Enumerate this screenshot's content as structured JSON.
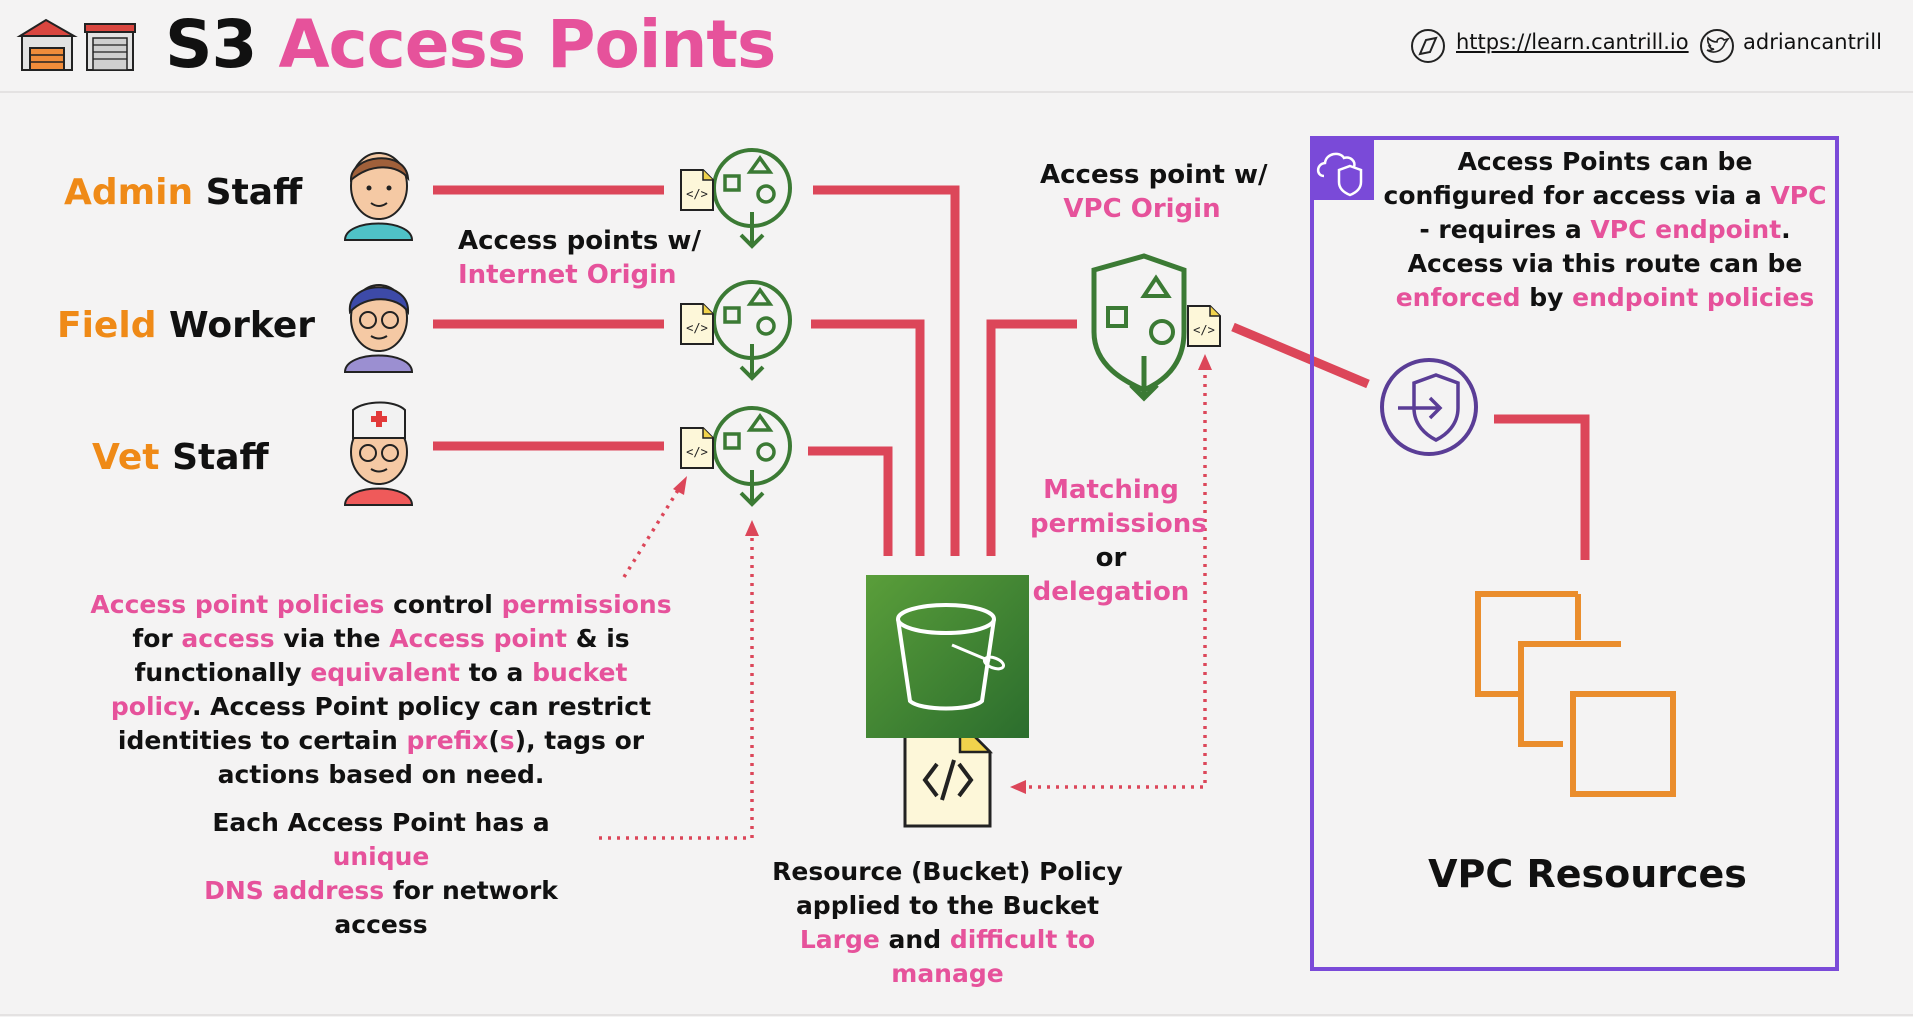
{
  "header": {
    "title_part1": "S3",
    "title_part2": "Access Points",
    "link_url": "https://learn.cantrill.io",
    "twitter_handle": "adriancantrill"
  },
  "personas": [
    {
      "accent": "Admin",
      "rest": " Staff"
    },
    {
      "accent": "Field",
      "rest": " Worker"
    },
    {
      "accent": "Vet",
      "rest": " Staff"
    }
  ],
  "labels": {
    "internet_line1": "Access points w/",
    "internet_line2": "Internet Origin",
    "vpc_line1": "Access point w/",
    "vpc_line2": "VPC Origin",
    "matching_1": "Matching",
    "matching_2": "permissions",
    "matching_or": "or",
    "matching_3": "delegation"
  },
  "policy_note": {
    "p1": "Access point policies",
    "p2": " control ",
    "p3": "permissions",
    "p4": " for ",
    "p5": "access",
    "p6": " via the ",
    "p7": "Access point",
    "p8": " & is functionally ",
    "p9": "equivalent",
    "p10": " to a ",
    "p11": "bucket policy",
    "p12": ". Access Point policy can restrict identities to certain ",
    "p13": "prefix",
    "p14": "(",
    "p15": "s",
    "p16": "), tags or actions based on need."
  },
  "dns_note": {
    "d1": "Each Access Point has a ",
    "d2": "unique",
    "d3": "DNS address",
    "d4": " for network access"
  },
  "bucket_caption": {
    "line1": "Resource (Bucket) Policy",
    "line2": "applied to the Bucket",
    "line3a": "Large",
    "line3b": " and ",
    "line3c": "difficult to manage"
  },
  "vpc_note": {
    "v1": "Access Points can be configured for access via a ",
    "v2": "VPC",
    "v3": " - requires a ",
    "v4": "VPC endpoint",
    "v5": ". Access via this route can be ",
    "v6": "enforced",
    "v7": " by ",
    "v8": "endpoint policies"
  },
  "vpc_resources_label": "VPC Resources",
  "colors": {
    "pink": "#e6529b",
    "orange": "#ef8a17",
    "line_red": "#dc4659",
    "green": "#3b7a34",
    "purple": "#7a4ad8",
    "resource_orange": "#ea8d2c"
  }
}
